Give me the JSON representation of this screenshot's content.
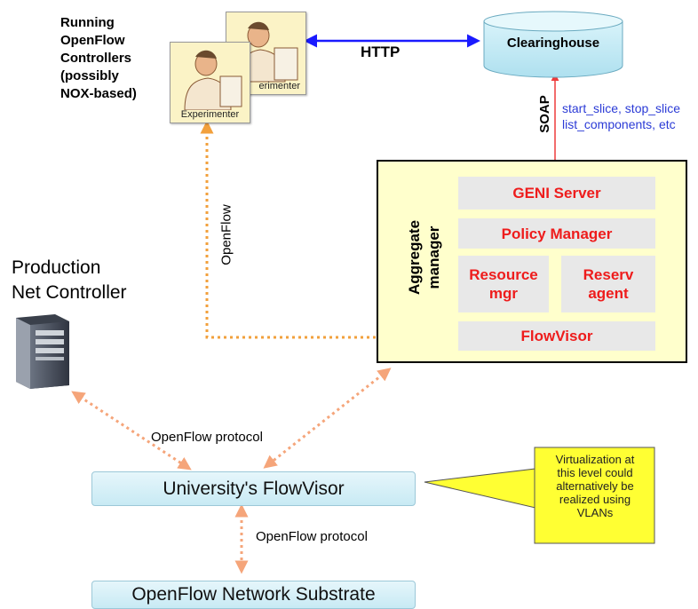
{
  "running_controllers": "Running\nOpenFlow\nControllers\n(possibly\nNOX-based)",
  "experimenter_front": "Experimenter",
  "experimenter_back": "erimenter",
  "http_label": "HTTP",
  "clearinghouse": "Clearinghouse",
  "soap_label": "SOAP",
  "soap_calls": "start_slice, stop_slice\nlist_components, etc",
  "openflow_vertical": "OpenFlow",
  "aggregate_manager": {
    "title": "Aggregate\nmanager",
    "geni_server": "GENI Server",
    "policy_manager": "Policy Manager",
    "resource_mgr": "Resource\nmgr",
    "reserv_agent": "Reserv\nagent",
    "flowvisor": "FlowVisor"
  },
  "production_controller": "Production\nNet Controller",
  "openflow_protocol_top": "OpenFlow protocol",
  "universitys_flowvisor": "University's FlowVisor",
  "callout": "Virtualization at\nthis level could\nalternatively be\nrealized using\nVLANs",
  "openflow_protocol_bottom": "OpenFlow protocol",
  "substrate": "OpenFlow Network Substrate",
  "colors": {
    "http_arrow": "#1a1aff",
    "soap_arrow": "#ee3a3a",
    "openflow_orange": "#f2a03c",
    "protocol_salmon": "#f5a57a",
    "am_red": "#ee1c1c",
    "callout_yellow": "#ffff33",
    "blue_text": "#2b3bd6"
  }
}
